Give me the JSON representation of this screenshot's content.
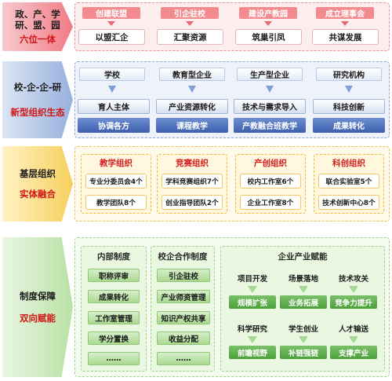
{
  "tiers": [
    {
      "line1": "政、产、学",
      "line1b": "研、盟、园",
      "line2": "六位一体"
    },
    {
      "line1": "校-企-企-研",
      "line2": "新型组织生态"
    },
    {
      "line1": "基层组织",
      "line2": "实体融合"
    },
    {
      "line1": "制度保障",
      "line2": "双向赋能"
    }
  ],
  "row1": {
    "top": [
      "创建联盟",
      "引企驻校",
      "建设产教园",
      "成立理事会"
    ],
    "bottom": [
      "以盟汇企",
      "汇聚资源",
      "筑巢引凤",
      "共谋发展"
    ]
  },
  "row2": {
    "top": [
      "学校",
      "教育型企业",
      "生产型企业",
      "研究机构"
    ],
    "mid": [
      "育人主体",
      "产业资源转化",
      "技术与需求导入",
      "科技创新"
    ],
    "bottom": [
      "协调各方",
      "课程教学",
      "产教融合班教学",
      "成果转化"
    ]
  },
  "row3": {
    "cards": [
      {
        "title": "教学组织",
        "items": [
          "专业分委员会4个",
          "教学团队8个"
        ]
      },
      {
        "title": "竞赛组织",
        "items": [
          "学科竞赛组织7个",
          "创业指导团队2个"
        ]
      },
      {
        "title": "产创组织",
        "items": [
          "校内工作室6个",
          "企业工作室8个"
        ]
      },
      {
        "title": "科创组织",
        "items": [
          "联合实验室5个",
          "技术创新中心8个"
        ]
      }
    ]
  },
  "row4": {
    "internal": {
      "title": "内部制度",
      "items": [
        "职称评审",
        "成果转化",
        "工作室管理",
        "学分置换",
        "……"
      ]
    },
    "coop": {
      "title": "校企合作制度",
      "items": [
        "引企驻校",
        "产业师资管理",
        "知识产权共享",
        "收益分配",
        "……"
      ]
    },
    "industry": {
      "title": "企业产业赋能",
      "headers": [
        "项目开发",
        "场景落地",
        "技术攻关",
        "科学研究",
        "学生创业",
        "人才输送"
      ],
      "outputs": [
        "规模扩张",
        "业务拓展",
        "竞争力提升",
        "前瞻视野",
        "补链强链",
        "支撑产业"
      ]
    }
  },
  "colors": {
    "red": "#d11616",
    "pink_box": "#f38a8f",
    "blue_dark": "#3e5fae",
    "gold": "#f0b93c",
    "green": "#4ba03b"
  }
}
